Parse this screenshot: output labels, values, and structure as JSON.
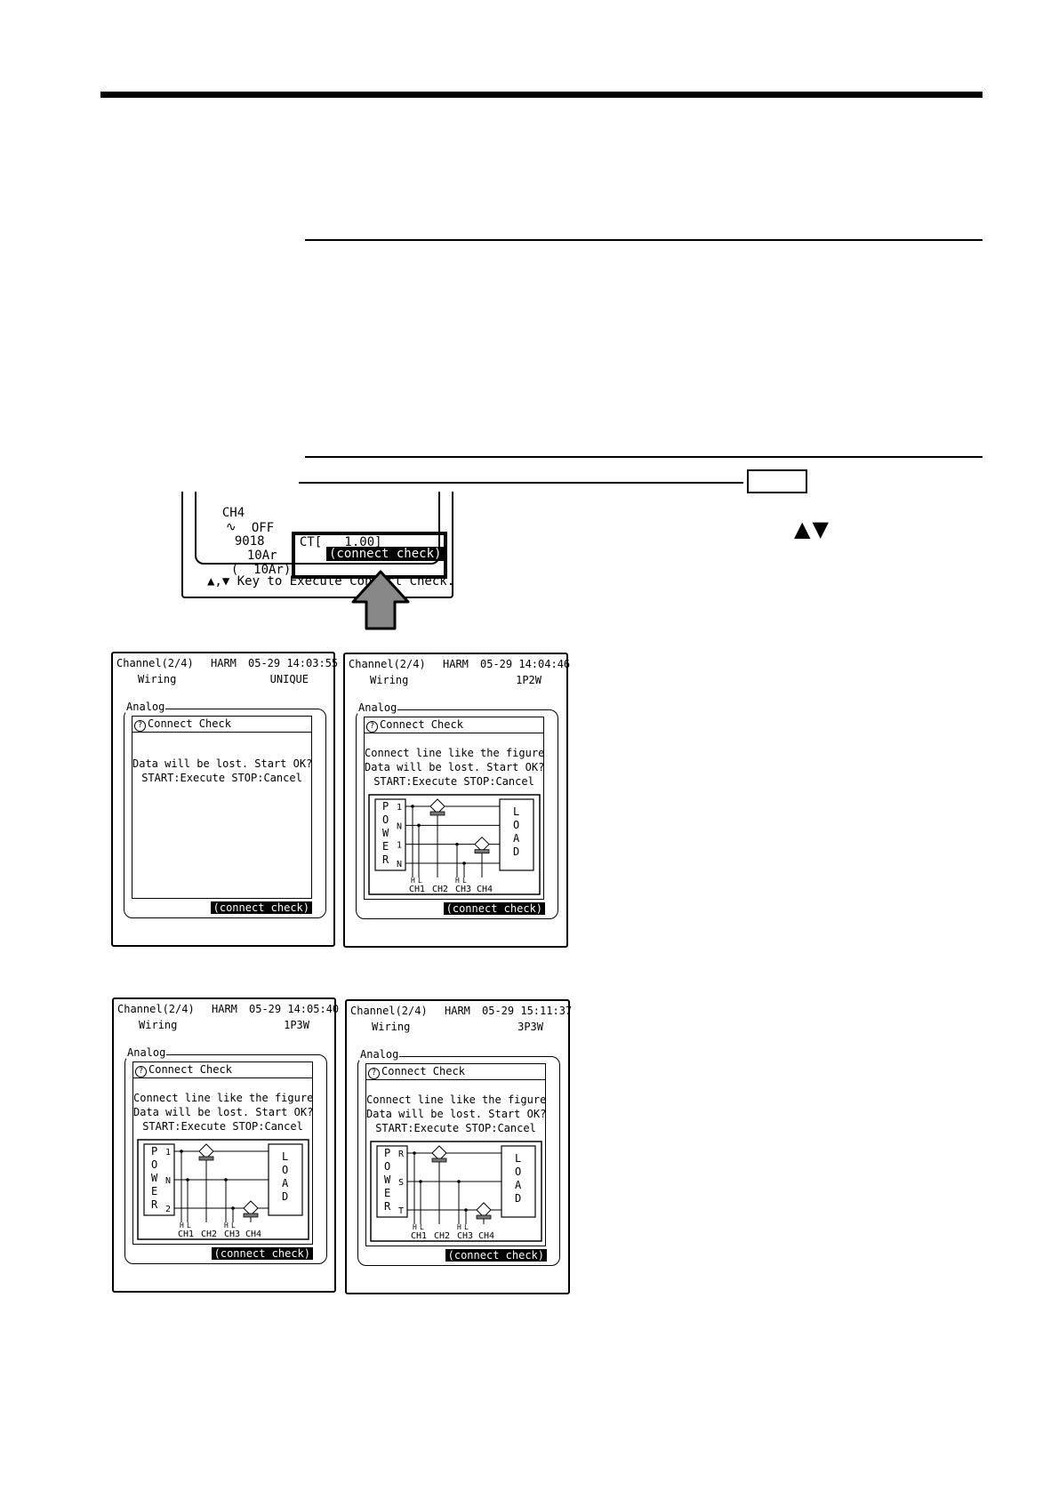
{
  "top_screen": {
    "line1_channel": "CH4",
    "line1_wave": "∿",
    "line1_model": "9018",
    "line1_range": "10Ar",
    "line1_range_paren": "(  10Ar)",
    "line2_off": "OFF",
    "line2_ct": "CT[   1.00]",
    "connect_check_label": "(connect check)",
    "footer": "▲,▼ Key to Execute Connect Check."
  },
  "arrow_keys_glyph": "▲▼",
  "panels": [
    {
      "channel": "Channel(2/4)",
      "mode": "HARM",
      "datetime": "05-29 14:03:55",
      "wiring_label": "Wiring",
      "wiring_value": "UNIQUE",
      "analog_label": "Analog",
      "dialog_title": "Connect Check",
      "messages": [
        "Data will be lost. Start OK?",
        "START:Execute STOP:Cancel"
      ],
      "connect_check_label": "(connect check)"
    },
    {
      "channel": "Channel(2/4)",
      "mode": "HARM",
      "datetime": "05-29 14:04:46",
      "wiring_label": "Wiring",
      "wiring_value": "1P2W",
      "analog_label": "Analog",
      "dialog_title": "Connect Check",
      "messages": [
        "Connect line like the figure",
        "Data will be lost. Start OK?",
        "START:Execute STOP:Cancel"
      ],
      "power_letters": [
        "P",
        "O",
        "W",
        "E",
        "R"
      ],
      "load_letters": [
        "L",
        "O",
        "A",
        "D"
      ],
      "line_labels": [
        "1",
        "N",
        "1",
        "N"
      ],
      "ch_labels": [
        "CH1",
        "CH2",
        "CH3",
        "CH4"
      ],
      "hl": [
        "H",
        "L",
        "H",
        "L"
      ],
      "connect_check_label": "(connect check)"
    },
    {
      "channel": "Channel(2/4)",
      "mode": "HARM",
      "datetime": "05-29 14:05:40",
      "wiring_label": "Wiring",
      "wiring_value": "1P3W",
      "analog_label": "Analog",
      "dialog_title": "Connect Check",
      "messages": [
        "Connect line like the figure",
        "Data will be lost. Start OK?",
        "START:Execute STOP:Cancel"
      ],
      "power_letters": [
        "P",
        "O",
        "W",
        "E",
        "R"
      ],
      "load_letters": [
        "L",
        "O",
        "A",
        "D"
      ],
      "line_labels": [
        "1",
        "N",
        "2"
      ],
      "ch_labels": [
        "CH1",
        "CH2",
        "CH3",
        "CH4"
      ],
      "hl": [
        "H",
        "L",
        "H",
        "L"
      ],
      "connect_check_label": "(connect check)"
    },
    {
      "channel": "Channel(2/4)",
      "mode": "HARM",
      "datetime": "05-29 15:11:37",
      "wiring_label": "Wiring",
      "wiring_value": "3P3W",
      "analog_label": "Analog",
      "dialog_title": "Connect Check",
      "messages": [
        "Connect line like the figure",
        "Data will be lost. Start OK?",
        "START:Execute STOP:Cancel"
      ],
      "power_letters": [
        "P",
        "O",
        "W",
        "E",
        "R"
      ],
      "load_letters": [
        "L",
        "O",
        "A",
        "D"
      ],
      "line_labels": [
        "R",
        "S",
        "T"
      ],
      "ch_labels": [
        "CH1",
        "CH2",
        "CH3",
        "CH4"
      ],
      "hl": [
        "H",
        "L",
        "H",
        "L"
      ],
      "connect_check_label": "(connect check)"
    }
  ]
}
